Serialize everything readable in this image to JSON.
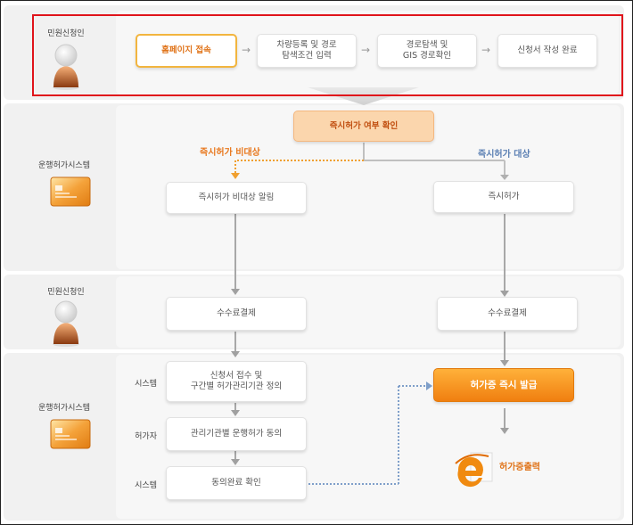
{
  "colors": {
    "accent": "#f07f10",
    "highlight_border": "#f2b53f",
    "red_frame": "#e0141b",
    "blue_dotted": "#7f9fc9",
    "orange_dotted": "#f0a030",
    "gray_line": "#a0a0a0"
  },
  "roles": {
    "row1": "민원신청인",
    "row2": "운행허가시스템",
    "row3": "민원신청인",
    "row4": "운행허가시스템"
  },
  "step1": {
    "homepage": "홈페이지 접속",
    "vehicle": "차량등록 및 경로\n탐색조건 입력",
    "route": "경로탐색 및\nGIS 경로확인",
    "complete": "신청서 작성 완료"
  },
  "step2": {
    "check": "즉시허가 여부 확인",
    "non_target_label": "즉시허가 비대상",
    "target_label": "즉시허가 대상",
    "non_target_notice": "즉시허가 비대상 알림",
    "instant": "즉시허가"
  },
  "step3": {
    "fee_left": "수수료결제",
    "fee_right": "수수료결제"
  },
  "step4": {
    "system1": "시스템",
    "manager": "허가자",
    "system2": "시스템",
    "receipt": "신청서 접수 및\n구간별 허가관리기관 정의",
    "agree": "관리기관별 운행허가 동의",
    "done": "동의완료 확인",
    "issue": "허가증 즉시 발급",
    "print": "허가증출력"
  },
  "icons": {
    "person": "person-icon",
    "card": "system-card-icon",
    "browser": "ie-browser-icon"
  }
}
